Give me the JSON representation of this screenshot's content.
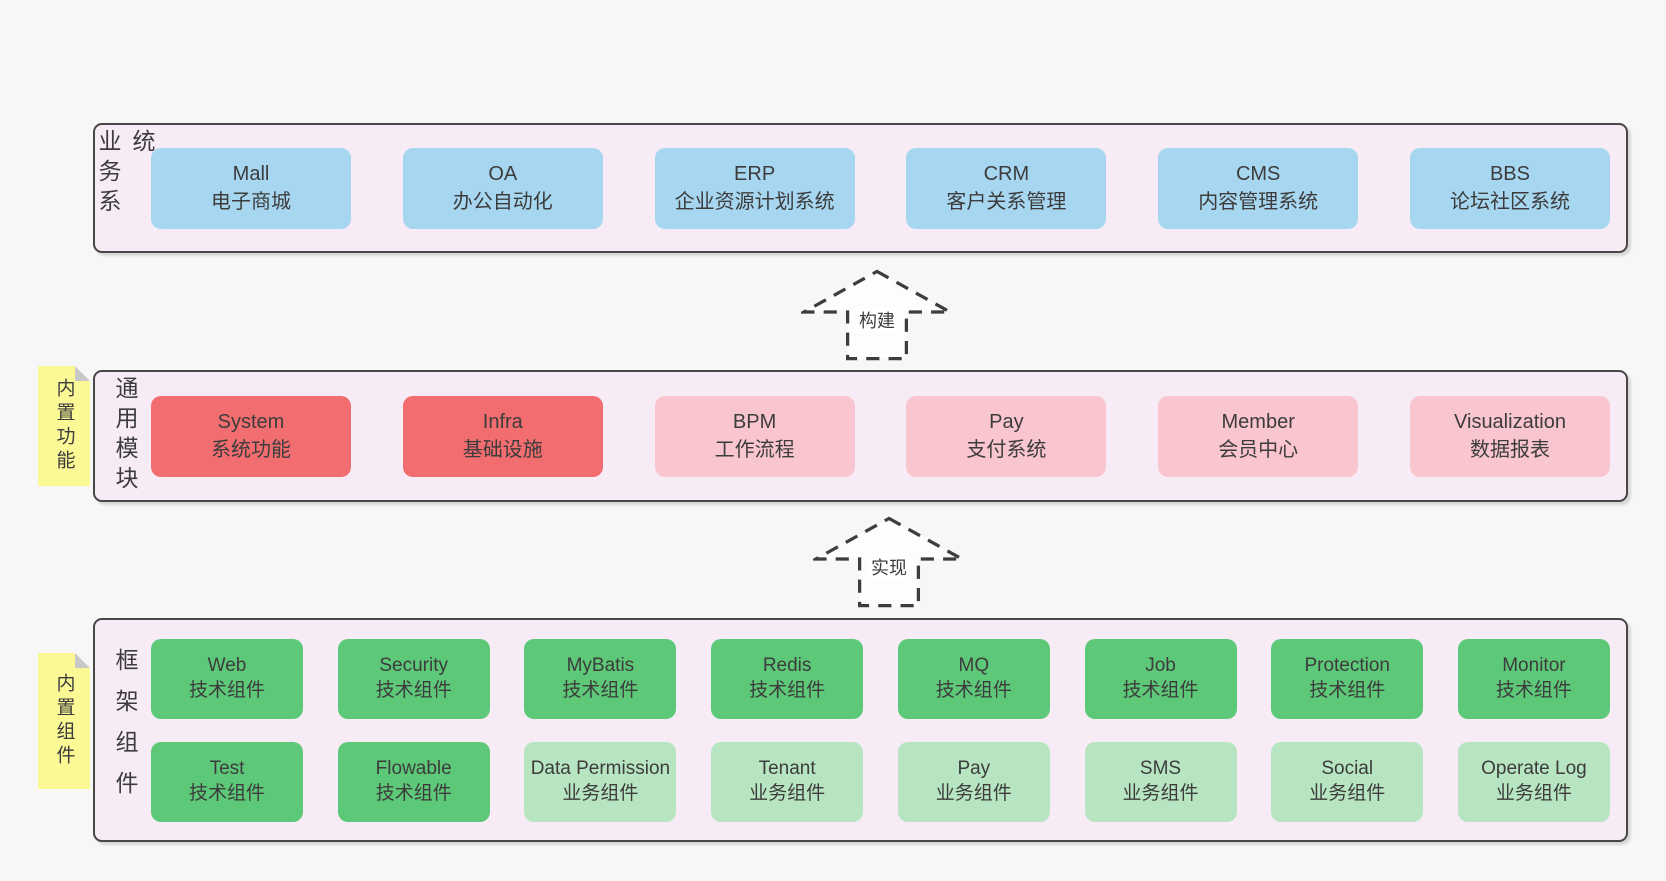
{
  "colors": {
    "page_bg": "#f7f7f7",
    "container_bg": "#f7ecf5",
    "container_border": "#474747",
    "blue": "#a7d6f0",
    "red": "#f26d6f",
    "pink": "#f9c5ce",
    "green": "#5dc878",
    "light_green": "#b8e5c1",
    "note_yellow": "#fbf896",
    "note_fold": "#c8c8c8",
    "text": "#3c3c3c"
  },
  "sections": {
    "business": {
      "label": "业务系统",
      "boxes": [
        {
          "en": "Mall",
          "zh": "电子商城"
        },
        {
          "en": "OA",
          "zh": "办公自动化"
        },
        {
          "en": "ERP",
          "zh": "企业资源计划系统"
        },
        {
          "en": "CRM",
          "zh": "客户关系管理"
        },
        {
          "en": "CMS",
          "zh": "内容管理系统"
        },
        {
          "en": "BBS",
          "zh": "论坛社区系统"
        }
      ]
    },
    "arrow_build": {
      "label": "构建"
    },
    "modules": {
      "label": "通用模块",
      "note": "内置功能",
      "boxes": [
        {
          "en": "System",
          "zh": "系统功能"
        },
        {
          "en": "Infra",
          "zh": "基础设施"
        },
        {
          "en": "BPM",
          "zh": "工作流程"
        },
        {
          "en": "Pay",
          "zh": "支付系统"
        },
        {
          "en": "Member",
          "zh": "会员中心"
        },
        {
          "en": "Visualization",
          "zh": "数据报表"
        }
      ]
    },
    "arrow_implement": {
      "label": "实现"
    },
    "framework": {
      "label": "框架组件",
      "note": "内置组件",
      "row1": [
        {
          "en": "Web",
          "zh": "技术组件"
        },
        {
          "en": "Security",
          "zh": "技术组件"
        },
        {
          "en": "MyBatis",
          "zh": "技术组件"
        },
        {
          "en": "Redis",
          "zh": "技术组件"
        },
        {
          "en": "MQ",
          "zh": "技术组件"
        },
        {
          "en": "Job",
          "zh": "技术组件"
        },
        {
          "en": "Protection",
          "zh": "技术组件"
        },
        {
          "en": "Monitor",
          "zh": "技术组件"
        }
      ],
      "row2": [
        {
          "en": "Test",
          "zh": "技术组件"
        },
        {
          "en": "Flowable",
          "zh": "技术组件"
        },
        {
          "en": "Data Permission",
          "zh": "业务组件"
        },
        {
          "en": "Tenant",
          "zh": "业务组件"
        },
        {
          "en": "Pay",
          "zh": "业务组件"
        },
        {
          "en": "SMS",
          "zh": "业务组件"
        },
        {
          "en": "Social",
          "zh": "业务组件"
        },
        {
          "en": "Operate Log",
          "zh": "业务组件"
        }
      ]
    }
  }
}
